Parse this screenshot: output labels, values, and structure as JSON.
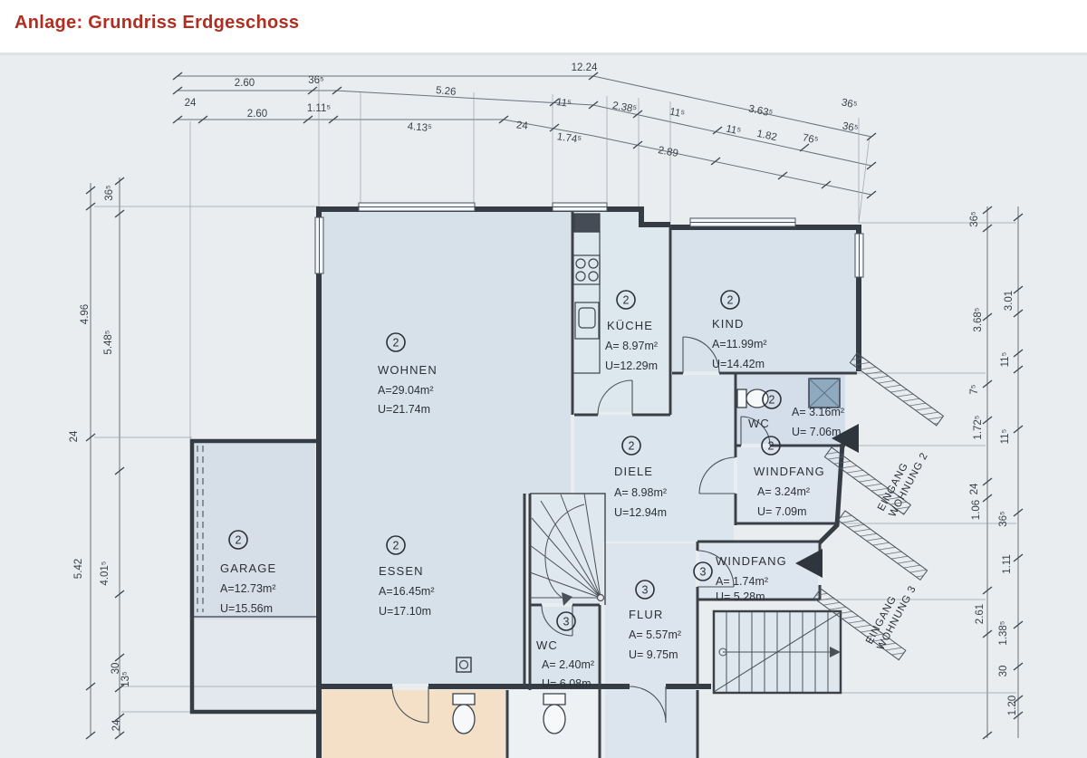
{
  "title": "Anlage: Grundriss Erdgeschoss",
  "colors": {
    "title": "#b02e20",
    "paper": "#e9edf0",
    "line": "#363c44",
    "room_fill": "#d9e3ec",
    "warm_fill": "#f4dfc7"
  },
  "rooms": {
    "wohnen": {
      "num": "2",
      "name": "WOHNEN",
      "area": "A=29.04m²",
      "per": "U=21.74m"
    },
    "kueche": {
      "num": "2",
      "name": "KÜCHE",
      "area": "A= 8.97m²",
      "per": "U=12.29m"
    },
    "kind": {
      "num": "2",
      "name": "KIND",
      "area": "A=11.99m²",
      "per": "U=14.42m"
    },
    "wc2": {
      "num": "2",
      "name": "WC",
      "area": "A= 3.16m²",
      "per": "U= 7.06m"
    },
    "diele": {
      "num": "2",
      "name": "DIELE",
      "area": "A= 8.98m²",
      "per": "U=12.94m"
    },
    "windfang2": {
      "num": "2",
      "name": "WINDFANG",
      "area": "A= 3.24m²",
      "per": "U= 7.09m"
    },
    "garage": {
      "num": "2",
      "name": "GARAGE",
      "area": "A=12.73m²",
      "per": "U=15.56m"
    },
    "essen": {
      "num": "2",
      "name": "ESSEN",
      "area": "A=16.45m²",
      "per": "U=17.10m"
    },
    "windfang3": {
      "num": "3",
      "name": "WINDFANG",
      "area": "A= 1.74m²",
      "per": "U= 5.28m"
    },
    "flur": {
      "num": "3",
      "name": "FLUR",
      "area": "A= 5.57m²",
      "per": "U= 9.75m"
    },
    "wc3": {
      "num": "3",
      "name": "WC",
      "area": "A= 2.40m²",
      "per": "U= 6.08m"
    }
  },
  "entrances": {
    "e2": {
      "l1": "EINGANG",
      "l2": "WOHNUNG 2"
    },
    "e3": {
      "l1": "EINGANG",
      "l2": "WOHNUNG 3"
    }
  },
  "dims": {
    "total": "12.24",
    "row1": [
      "2.60",
      "36⁵",
      "5.26",
      "11⁵",
      "2.38⁵",
      "11⁵",
      "3.63⁵",
      "36⁵"
    ],
    "row2": [
      "24",
      "2.60",
      "1.11⁵",
      "4.13⁵",
      "24",
      "1.74⁵",
      "2.89",
      "11⁵",
      "1.82",
      "76⁵",
      "36⁵"
    ],
    "left": [
      "36⁵",
      "4.96",
      "5.48⁵",
      "24",
      "5.42",
      "4.01⁵",
      "30",
      "13⁵",
      "24"
    ],
    "right": [
      "36⁵",
      "3.68⁵",
      "7⁵",
      "1.72⁵",
      "24",
      "1.06",
      "2.61",
      "3.01",
      "11⁵",
      "11⁵",
      "36⁵",
      "1.11",
      "1.38⁵",
      "30",
      "1.20"
    ]
  }
}
